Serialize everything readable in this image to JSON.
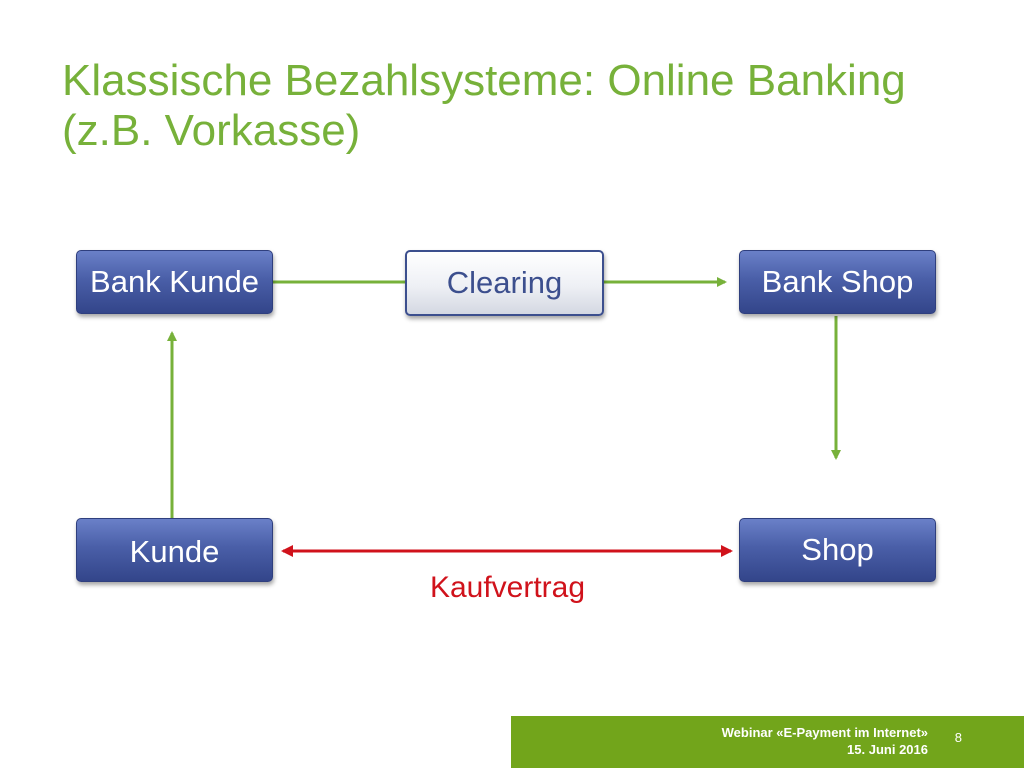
{
  "slide": {
    "title": "Klassische Bezahlsysteme: Online Banking (z.B. Vorkasse)",
    "page_number": "8"
  },
  "diagram": {
    "nodes": {
      "bank_kunde": "Bank Kunde",
      "clearing": "Clearing",
      "bank_shop": "Bank Shop",
      "kunde": "Kunde",
      "shop": "Shop"
    },
    "edge_label": "Kaufvertrag",
    "colors": {
      "flow_arrow": "#77b13a",
      "contract_arrow": "#d0121b",
      "node_fill": "#4a5fa8",
      "title": "#77b13a"
    }
  },
  "footer": {
    "line1": "Webinar «E-Payment im Internet»",
    "line2": "15. Juni 2016",
    "color": "#72a51b"
  }
}
